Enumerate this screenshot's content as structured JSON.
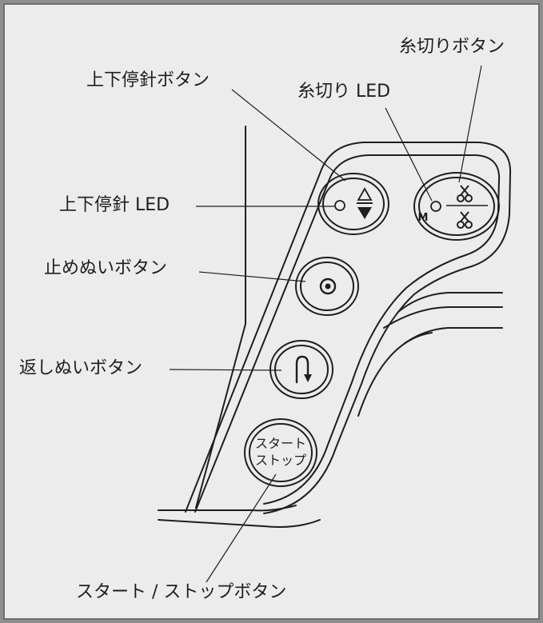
{
  "labels": {
    "thread_cut_button": "糸切りボタン",
    "needle_up_down_button": "上下停針ボタン",
    "thread_cut_led": "糸切り LED",
    "needle_up_down_led": "上下停針 LED",
    "lock_stitch_button": "止めぬいボタン",
    "reverse_stitch_button": "返しぬいボタン",
    "start_stop_button": "スタート / ストップボタン"
  },
  "panel": {
    "start_stop_line1": "スタート",
    "start_stop_line2": "ストップ",
    "thread_cut_memory_mark": "M"
  },
  "icons": {
    "needle_position": "needle-up-down-triangles-icon",
    "thread_cut": "scissors-icon",
    "lock_stitch": "dot-circle-icon",
    "reverse_stitch": "u-turn-arrow-icon"
  },
  "colors": {
    "background": "#ececec",
    "frame": "#6e6e6e",
    "ink": "#1e1e1e"
  }
}
